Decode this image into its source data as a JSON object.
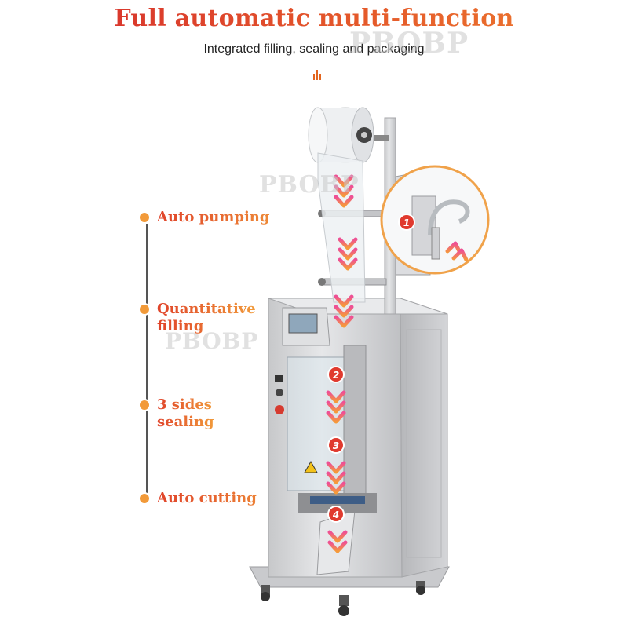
{
  "header": {
    "title": "Full automatic multi-function",
    "subtitle": "Integrated filling, sealing and packaging"
  },
  "watermark": {
    "text": "PBOBP"
  },
  "features": [
    {
      "label": "Auto pumping"
    },
    {
      "label": "Quantitative\nfilling"
    },
    {
      "label": "3 sides\nsealing"
    },
    {
      "label": "Auto cutting"
    }
  ],
  "steps": [
    {
      "number": "1"
    },
    {
      "number": "2"
    },
    {
      "number": "3"
    },
    {
      "number": "4"
    }
  ],
  "colors": {
    "accent": "#e4572a",
    "dot": "#f29a39",
    "arrow": "#ea4f8a",
    "step_badge": "#e03a2e",
    "steel": "#d9dadc"
  }
}
